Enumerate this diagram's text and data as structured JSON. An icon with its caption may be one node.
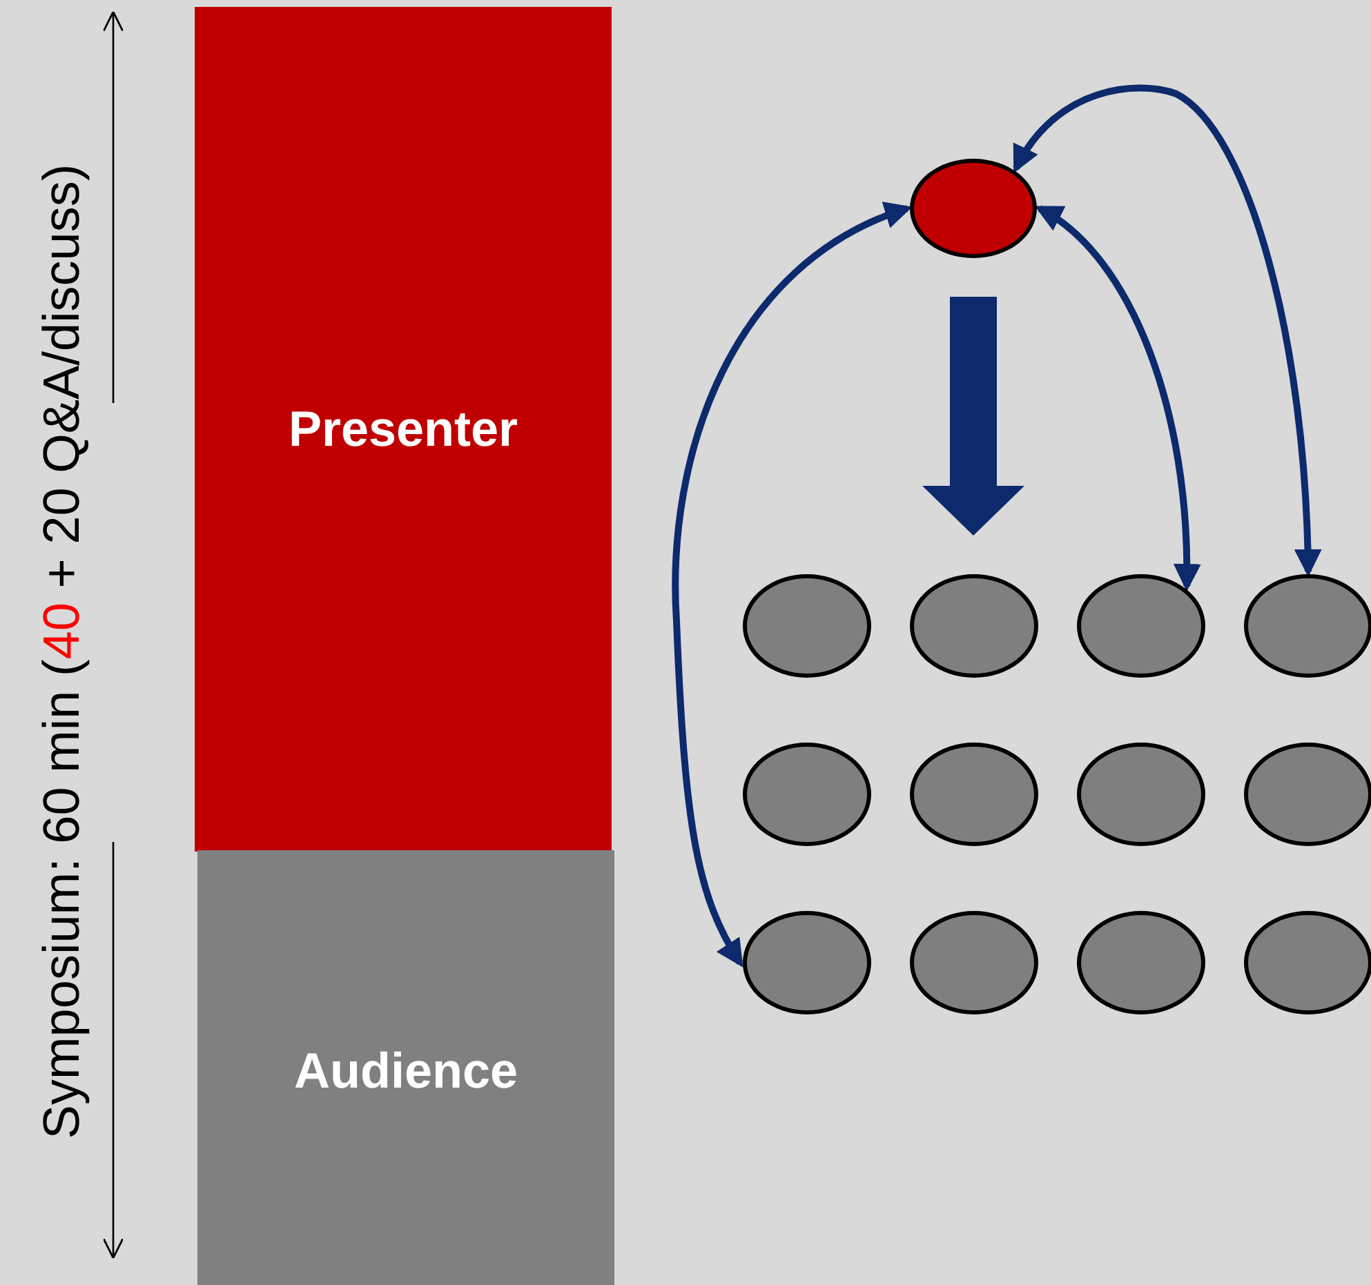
{
  "diagram": {
    "nodes": [
      {
        "text": [
          "Presenter"
        ]
      },
      {
        "text": [
          "Audience"
        ]
      },
      {
        "text": [],
        "shape": "circle"
      },
      {
        "text": [],
        "shape": "circle"
      },
      {
        "text": [],
        "shape": "circle"
      },
      {
        "text": [],
        "shape": "circle"
      },
      {
        "text": [],
        "shape": "circle"
      },
      {
        "text": [],
        "shape": "circle"
      },
      {
        "text": [],
        "shape": "circle"
      },
      {
        "text": [],
        "shape": "circle"
      },
      {
        "text": [],
        "shape": "circle"
      },
      {
        "text": [],
        "shape": "circle"
      },
      {
        "text": [],
        "shape": "circle"
      },
      {
        "text": [],
        "shape": "circle"
      },
      {
        "text": [],
        "shape": "circle"
      }
    ],
    "edges": [
      {
        "from": 2,
        "to": null,
        "arrow": "to",
        "style": "thick"
      },
      {
        "from": 2,
        "to": 11,
        "arrow": "both"
      },
      {
        "from": 2,
        "to": 5,
        "arrow": "both"
      },
      {
        "from": 2,
        "to": 6,
        "arrow": "both"
      }
    ],
    "labels": [
      "Symposium: 60 min (",
      "40",
      " + 20 Q&A/discuss)"
    ]
  }
}
